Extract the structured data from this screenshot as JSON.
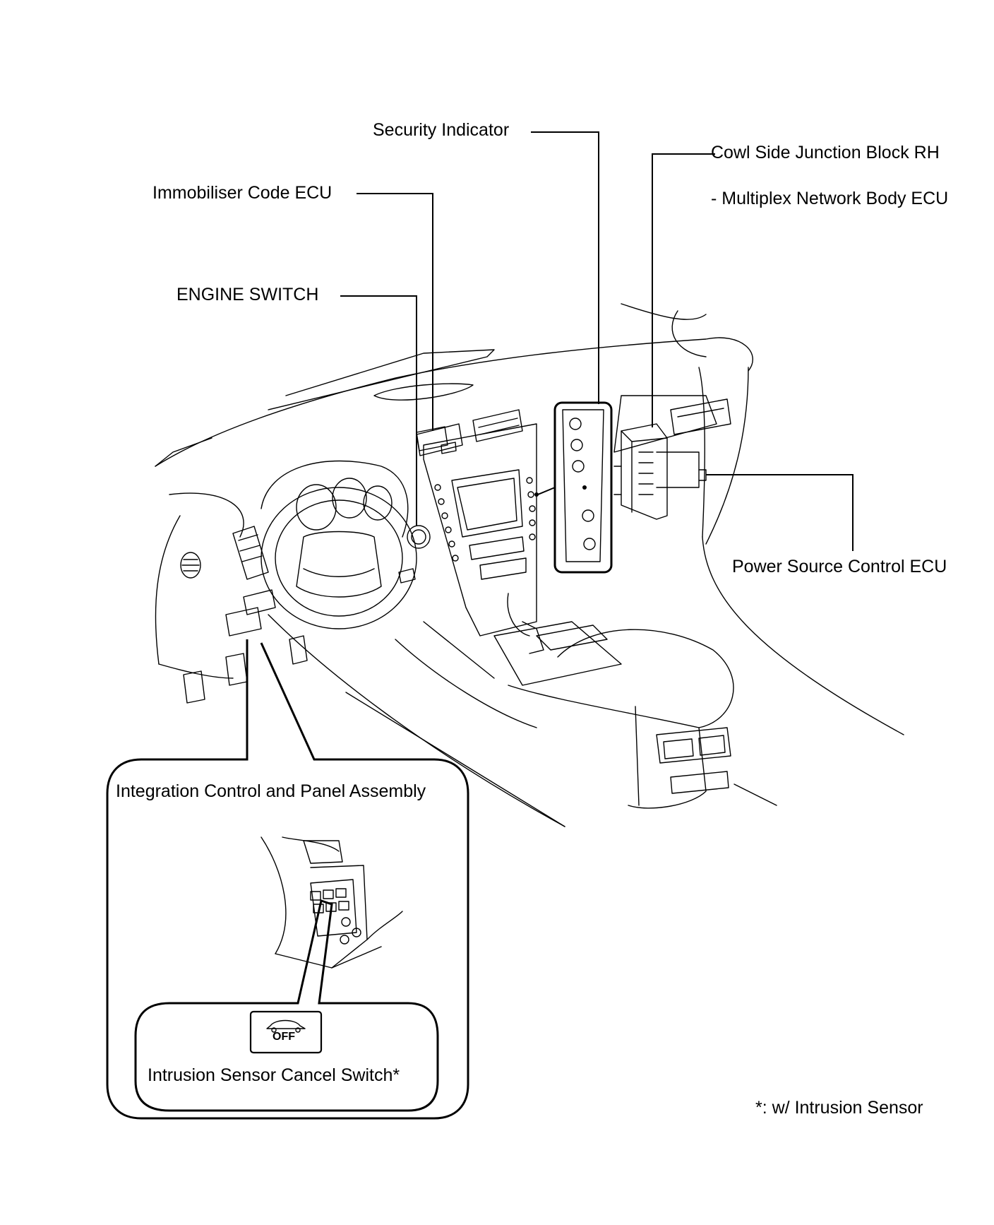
{
  "labels": {
    "security_indicator": "Security Indicator",
    "cowl_side_junction_block": "Cowl Side Junction Block RH",
    "multiplex_network_body_ecu": "- Multiplex Network Body ECU",
    "immobiliser_code_ecu": "Immobiliser Code ECU",
    "engine_switch": "ENGINE SWITCH",
    "power_source_control_ecu": "Power Source Control ECU",
    "integration_control_panel": "Integration Control and Panel Assembly",
    "intrusion_sensor_cancel_switch": "Intrusion Sensor Cancel Switch*",
    "footnote": "*: w/ Intrusion Sensor",
    "switch_face_text": "OFF"
  }
}
